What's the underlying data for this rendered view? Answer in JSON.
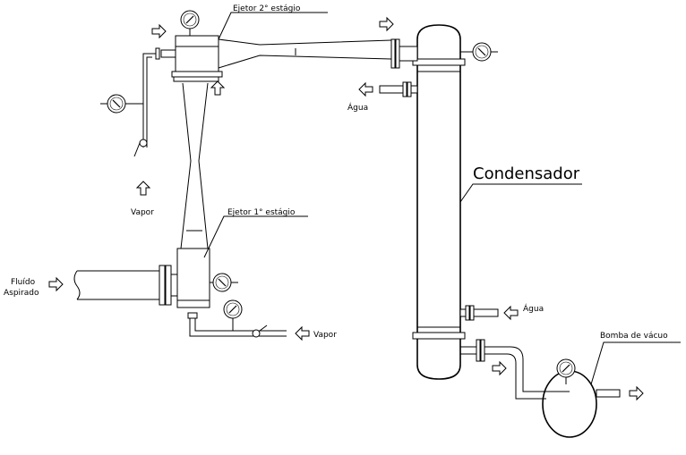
{
  "labels": {
    "ejector2": "Ejetor 2° estágio",
    "ejector1": "Ejetor 1° estágio",
    "condenser": "Condensador",
    "water_top": "Água",
    "water_bottom": "Água",
    "steam_top": "Vapor",
    "steam_bottom": "Vapor",
    "fluid_line1": "Fluído",
    "fluid_line2": "Aspirado",
    "pump": "Bomba de vácuo"
  }
}
